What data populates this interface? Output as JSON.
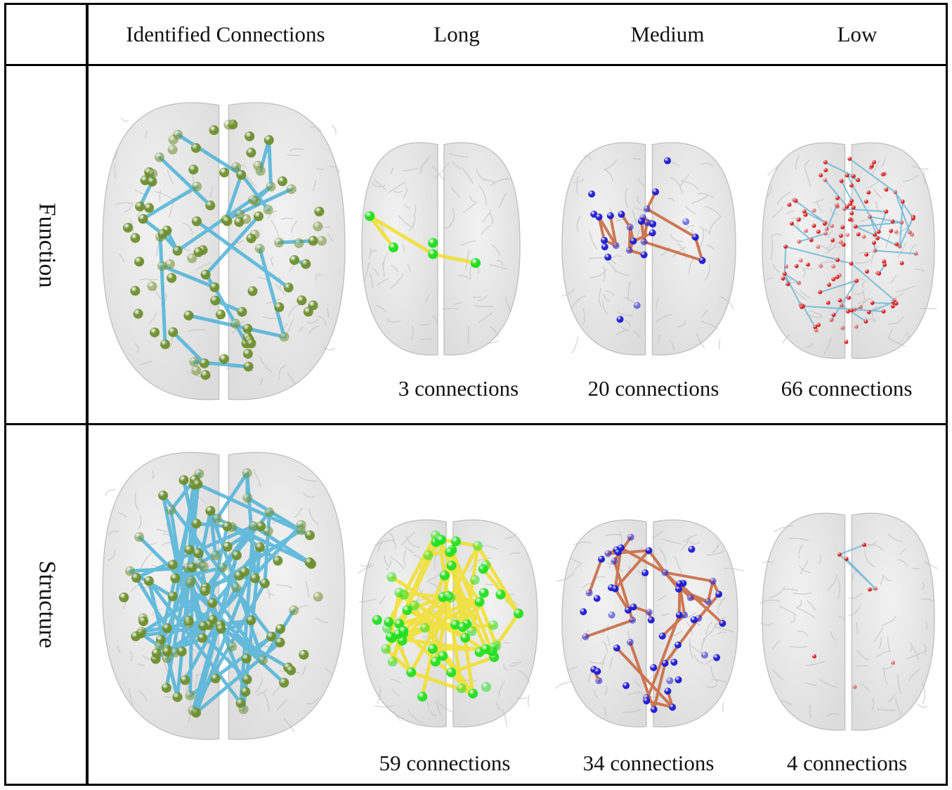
{
  "header": {
    "columns": [
      "Identified Connections",
      "Long",
      "Medium",
      "Low"
    ]
  },
  "rows": [
    {
      "label": "Function",
      "counts": [
        "3 connections",
        "20 connections",
        "66 connections"
      ]
    },
    {
      "label": "Structure",
      "counts": [
        "59 connections",
        "34 connections",
        "4 connections"
      ]
    }
  ],
  "colors": {
    "identified_node": "#6f8f2e",
    "identified_edge": "#4fb3d9",
    "long_node": "#22e022",
    "long_edge": "#f2e02a",
    "medium_node": "#1a1ad6",
    "medium_edge": "#c8643a",
    "low_node": "#d91f1f",
    "low_edge": "#6fb6d6",
    "brain_fill": "#dcdcdc"
  }
}
